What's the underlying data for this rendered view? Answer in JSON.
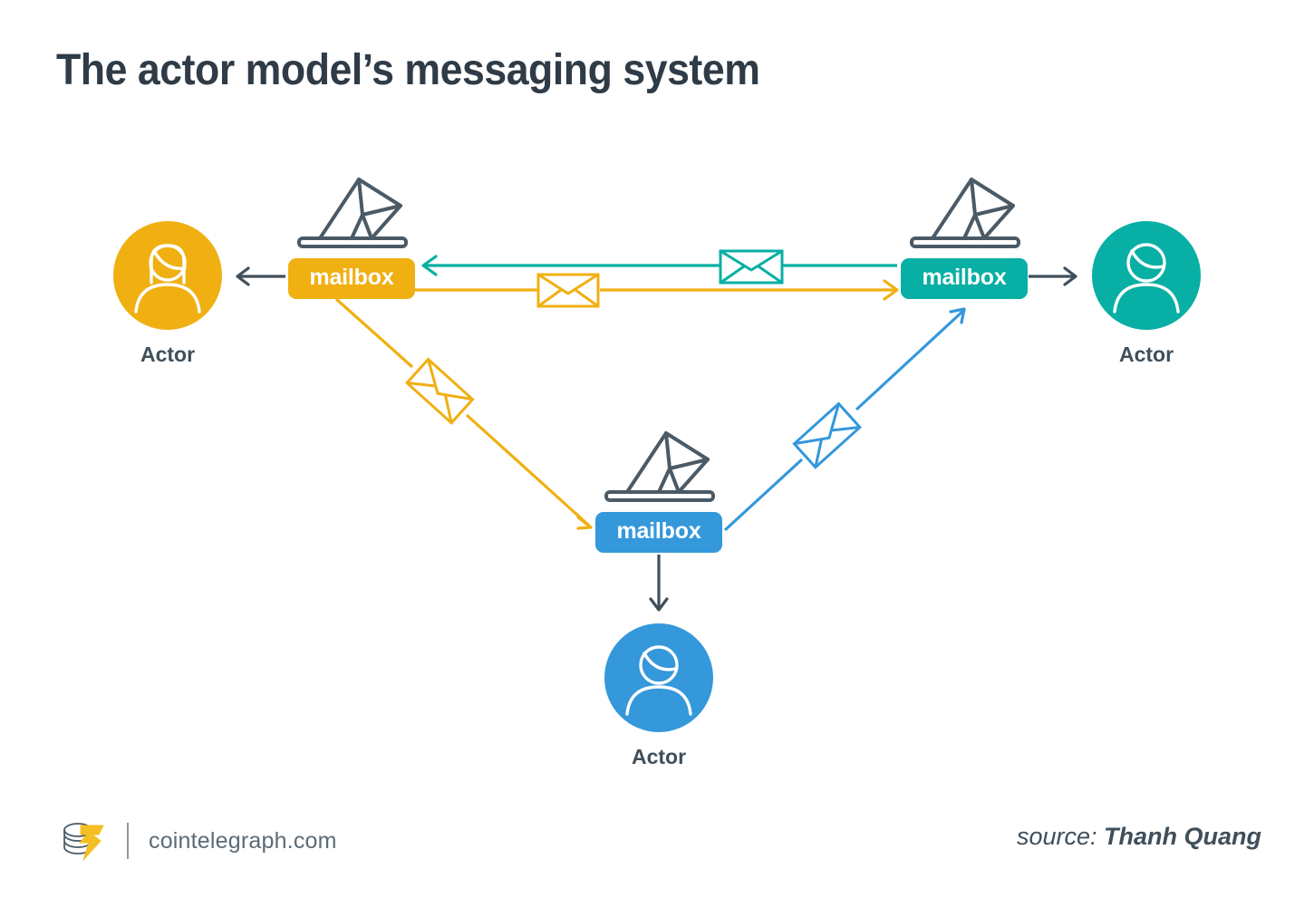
{
  "page": {
    "title": "The actor model’s messaging system",
    "background": "#FFFFFF"
  },
  "colors": {
    "amber": "#F0B012",
    "teal": "#08AFA4",
    "blue": "#3498DB",
    "dark_slate": "#3F4F5B",
    "title_text": "#2F3C47",
    "footer_text": "#5C6B77"
  },
  "nodes": {
    "actor_left": {
      "label": "Actor",
      "color": "#F0B012",
      "icon": "person-icon",
      "mailbox_label": "mailbox",
      "mailbox_icon": "mailbox-letter-icon"
    },
    "actor_right": {
      "label": "Actor",
      "color": "#08AFA4",
      "icon": "person-icon",
      "mailbox_label": "mailbox",
      "mailbox_icon": "mailbox-letter-icon"
    },
    "actor_bottom": {
      "label": "Actor",
      "color": "#3498DB",
      "icon": "person-icon",
      "mailbox_label": "mailbox",
      "mailbox_icon": "mailbox-letter-icon"
    }
  },
  "connections": [
    {
      "name": "left-mailbox-to-left-actor",
      "from": "mailbox_left",
      "to": "actor_left",
      "color": "#3F4F5B",
      "direction": "left",
      "envelope": false
    },
    {
      "name": "right-mailbox-to-right-actor",
      "from": "mailbox_right",
      "to": "actor_right",
      "color": "#3F4F5B",
      "direction": "right",
      "envelope": false
    },
    {
      "name": "bottom-mailbox-to-bottom-actor",
      "from": "mailbox_bottom",
      "to": "actor_bottom",
      "color": "#3F4F5B",
      "direction": "down",
      "envelope": false
    },
    {
      "name": "right-mailbox-to-left-mailbox",
      "from": "mailbox_right",
      "to": "mailbox_left",
      "color": "#08AFA4",
      "direction": "left",
      "envelope": true
    },
    {
      "name": "left-mailbox-to-right-mailbox",
      "from": "mailbox_left",
      "to": "mailbox_right",
      "color": "#F0B012",
      "direction": "right",
      "envelope": true
    },
    {
      "name": "left-mailbox-to-bottom-mailbox",
      "from": "mailbox_left",
      "to": "mailbox_bottom",
      "color": "#F0B012",
      "direction": "down-right",
      "envelope": true
    },
    {
      "name": "bottom-mailbox-to-right-mailbox",
      "from": "mailbox_bottom",
      "to": "mailbox_right",
      "color": "#3498DB",
      "direction": "up-right",
      "envelope": true
    }
  ],
  "footer": {
    "logo": "cointelegraph-coins-logo",
    "site": "cointelegraph.com",
    "source_label": "source:",
    "source_name": "Thanh Quang"
  }
}
